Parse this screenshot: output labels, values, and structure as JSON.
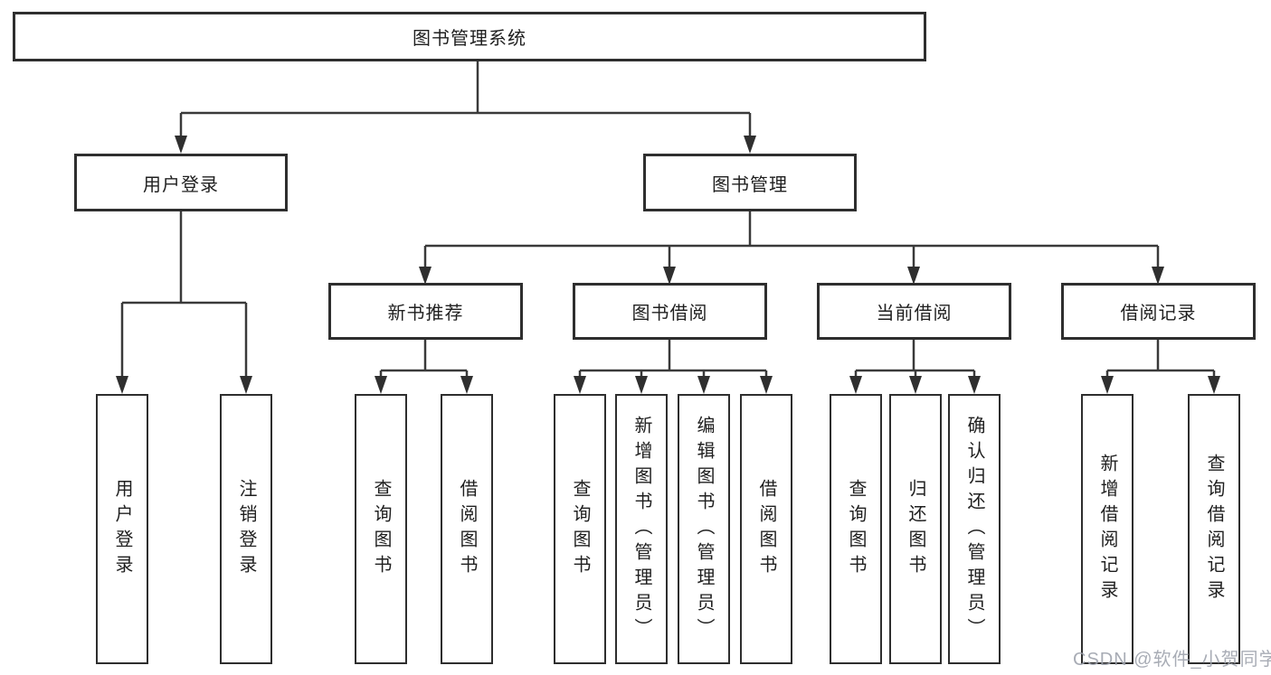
{
  "tree": {
    "root": "图书管理系统",
    "branches": [
      {
        "label": "用户登录",
        "children": [
          {
            "label": "用户登录"
          },
          {
            "label": "注销登录"
          }
        ]
      },
      {
        "label": "图书管理",
        "children": [
          {
            "label": "新书推荐",
            "children": [
              {
                "label": "查询图书"
              },
              {
                "label": "借阅图书"
              }
            ]
          },
          {
            "label": "图书借阅",
            "children": [
              {
                "label": "查询图书"
              },
              {
                "label": "新增图书（管理员）"
              },
              {
                "label": "编辑图书（管理员）"
              },
              {
                "label": "借阅图书"
              }
            ]
          },
          {
            "label": "当前借阅",
            "children": [
              {
                "label": "查询图书"
              },
              {
                "label": "归还图书"
              },
              {
                "label": "确认归还（管理员）"
              }
            ]
          },
          {
            "label": "借阅记录",
            "children": [
              {
                "label": "新增借阅记录"
              },
              {
                "label": "查询借阅记录"
              }
            ]
          }
        ]
      }
    ]
  },
  "watermark": {
    "text": "CSDN @软件_小贺同学"
  },
  "colors": {
    "line": "#3a3a3a",
    "box_border": "#2e2e2e",
    "text": "#1f1f1f",
    "background": "#ffffff",
    "watermark": "#9ea3ad"
  }
}
